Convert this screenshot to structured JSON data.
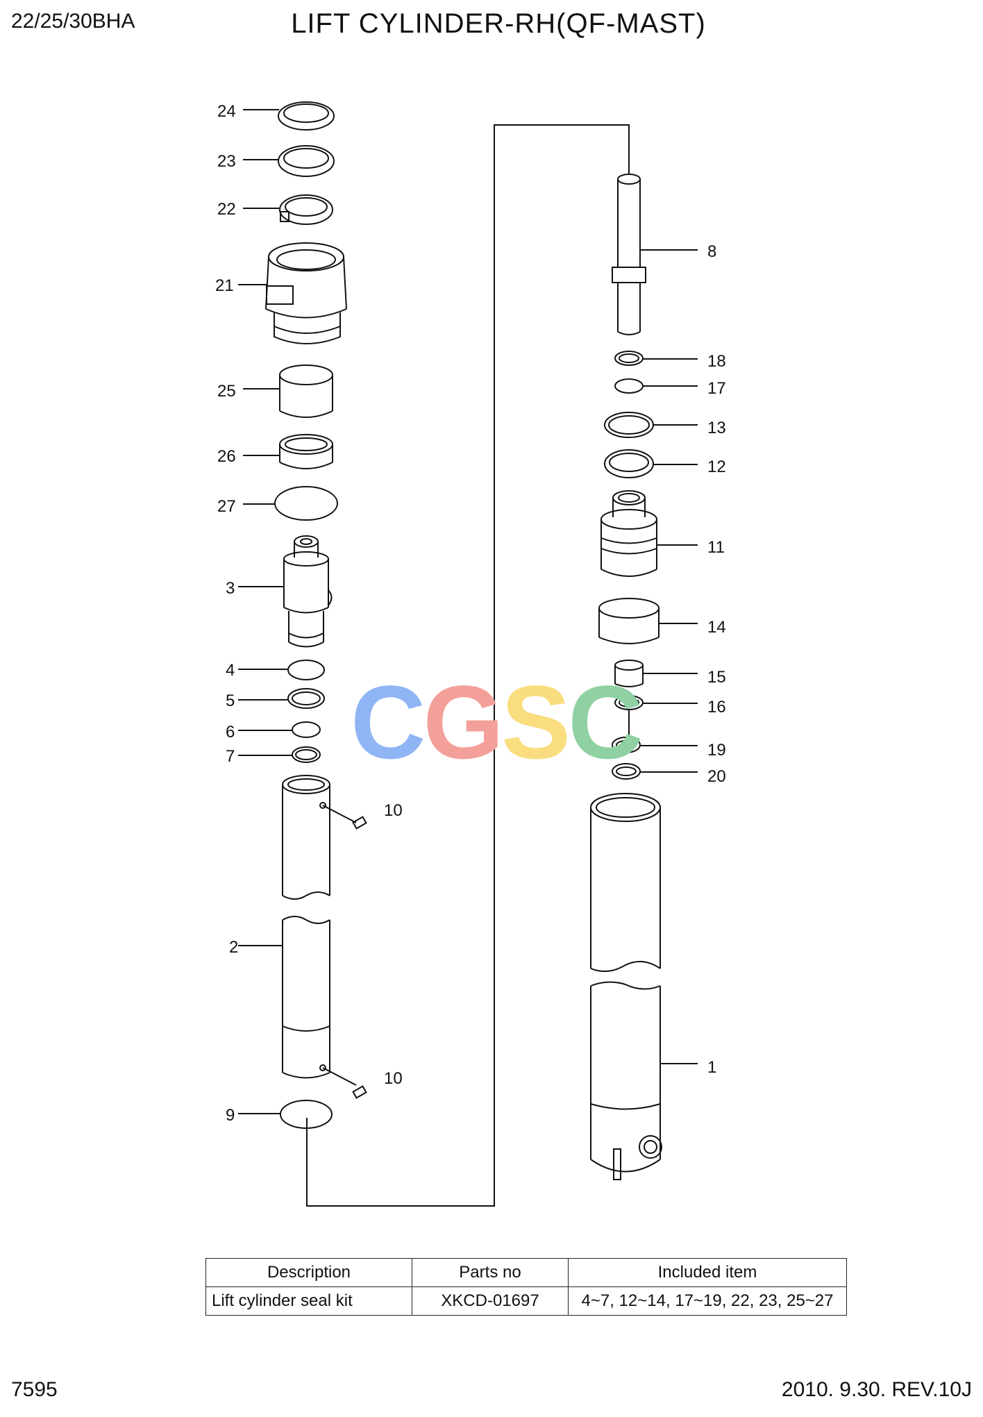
{
  "header": {
    "model": "22/25/30BHA",
    "title": "LIFT CYLINDER-RH(QF-MAST)"
  },
  "callouts": [
    "24",
    "23",
    "22",
    "21",
    "25",
    "26",
    "27",
    "3",
    "4",
    "5",
    "6",
    "7",
    "10",
    "2",
    "10",
    "9",
    "8",
    "18",
    "17",
    "13",
    "12",
    "11",
    "14",
    "15",
    "16",
    "19",
    "20",
    "1"
  ],
  "table": {
    "headers": [
      "Description",
      "Parts no",
      "Included item"
    ],
    "rows": [
      [
        "Lift cylinder seal kit",
        "XKCD-01697",
        "4~7, 12~14, 17~19, 22, 23, 25~27"
      ]
    ]
  },
  "watermark": {
    "letters": [
      "C",
      "G",
      "S",
      "C"
    ],
    "colors": [
      "#8fb5f5",
      "#f4a09a",
      "#f9dd7e",
      "#8fd1a3"
    ]
  },
  "footer": {
    "page": "7595",
    "revision": "2010. 9.30.  REV.10J"
  }
}
